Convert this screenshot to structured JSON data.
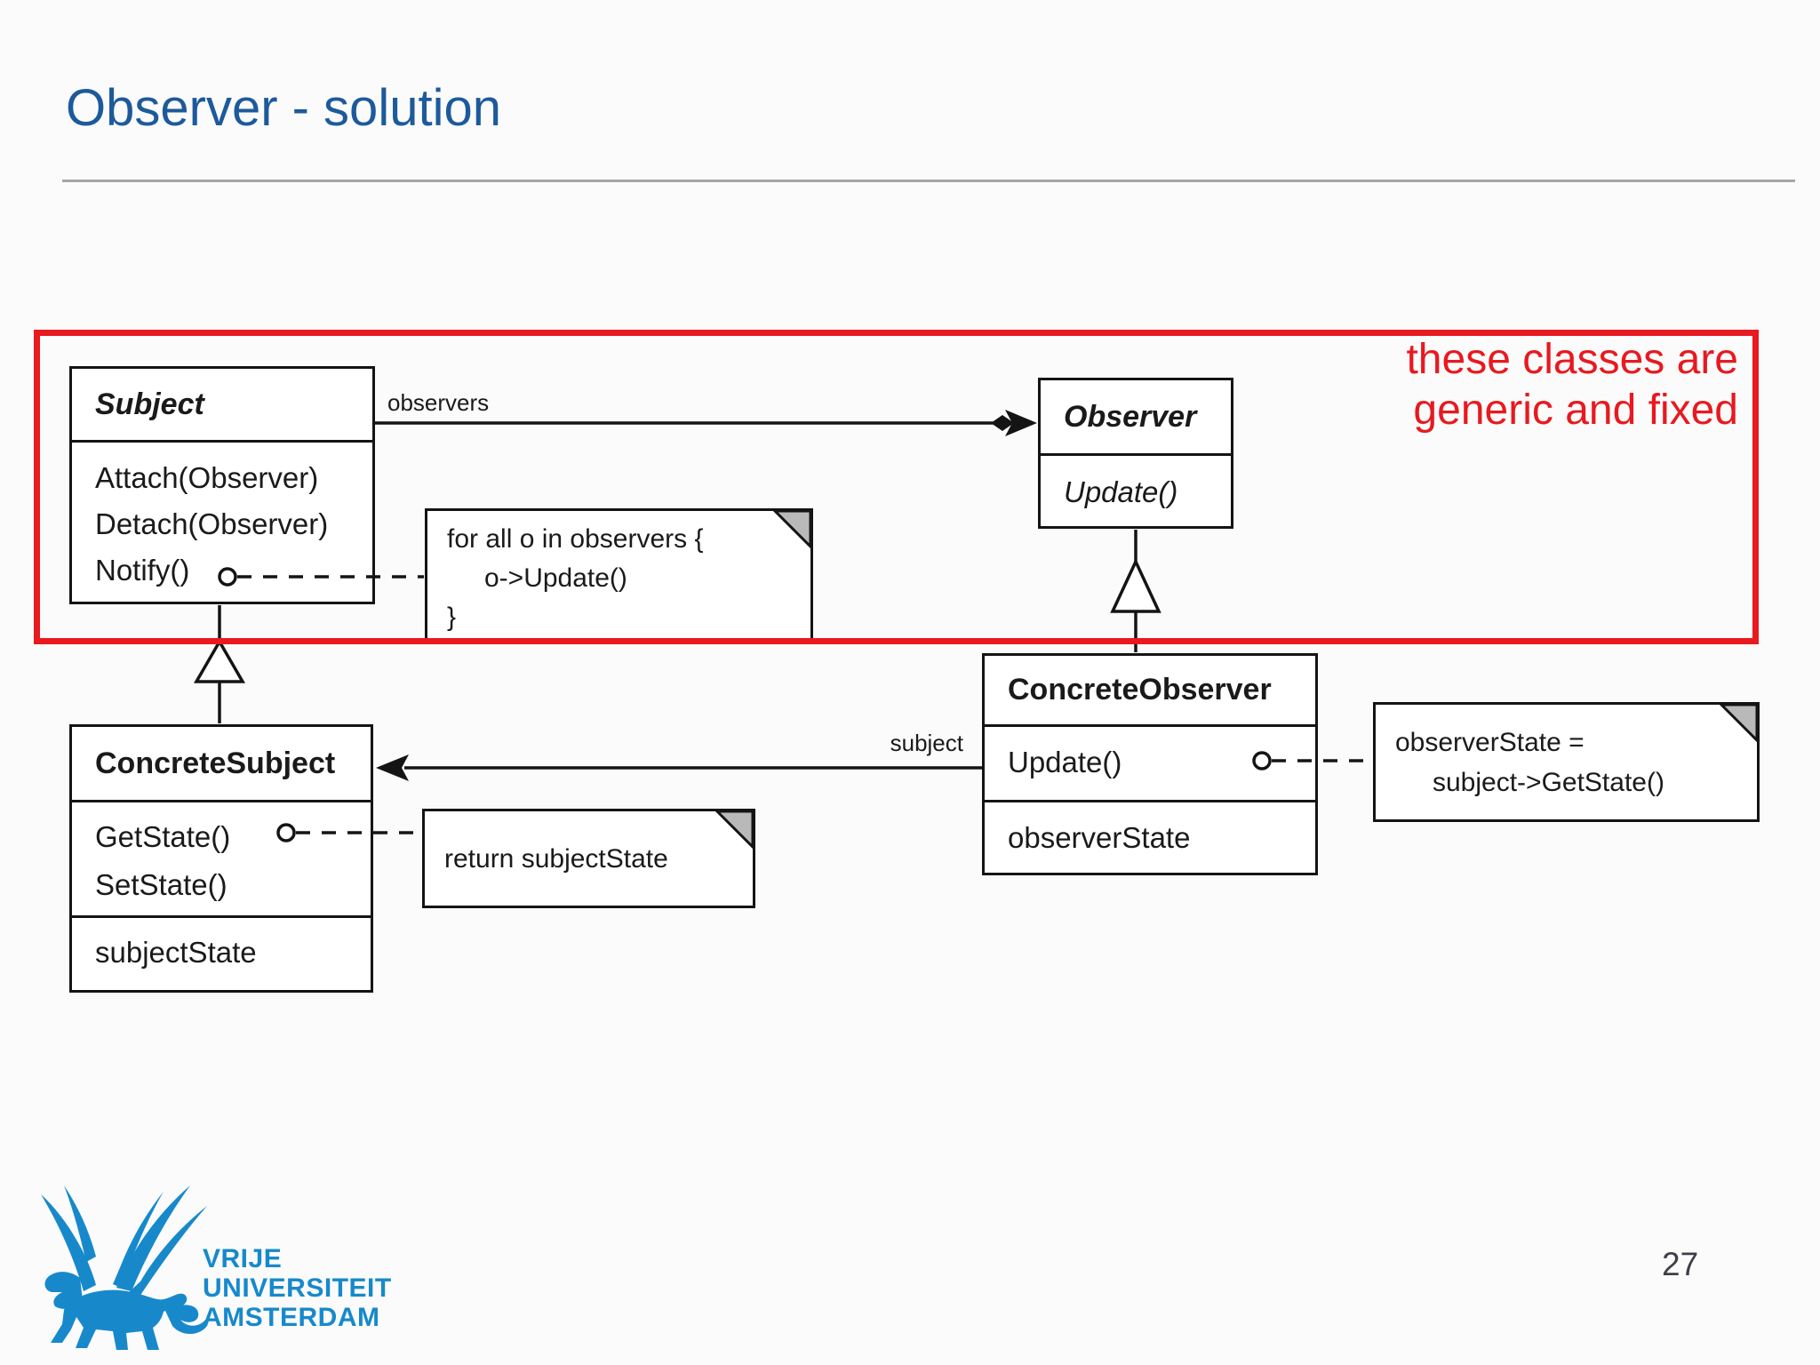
{
  "slide": {
    "title": "Observer - solution",
    "page_number": "27",
    "colors": {
      "title_blue": "#1d5a9b",
      "annotation_red": "#e8191f",
      "logo_blue": "#1789cb",
      "diagram_line": "#141414"
    },
    "annotation": {
      "line1": "these classes are",
      "line2": "generic and fixed"
    },
    "logo": {
      "line1": "VRIJE",
      "line2": "UNIVERSITEIT",
      "line3": "AMSTERDAM"
    }
  },
  "diagram": {
    "classes": {
      "subject": {
        "name": "Subject",
        "methods": [
          "Attach(Observer)",
          "Detach(Observer)",
          "Notify()"
        ]
      },
      "observer": {
        "name": "Observer",
        "methods": [
          "Update()"
        ]
      },
      "concrete_subject": {
        "name": "ConcreteSubject",
        "methods": [
          "GetState()",
          "SetState()"
        ],
        "attributes": [
          "subjectState"
        ]
      },
      "concrete_observer": {
        "name": "ConcreteObserver",
        "methods": [
          "Update()"
        ],
        "attributes": [
          "observerState"
        ]
      }
    },
    "notes": {
      "notify_note": {
        "line1": "for all o in observers {",
        "line2": "o->Update()",
        "line3": "}"
      },
      "getstate_note": {
        "line1": "return subjectState"
      },
      "update_note": {
        "line1": "observerState =",
        "line2": "subject->GetState()"
      }
    },
    "labels": {
      "observers": "observers",
      "subject": "subject"
    }
  }
}
